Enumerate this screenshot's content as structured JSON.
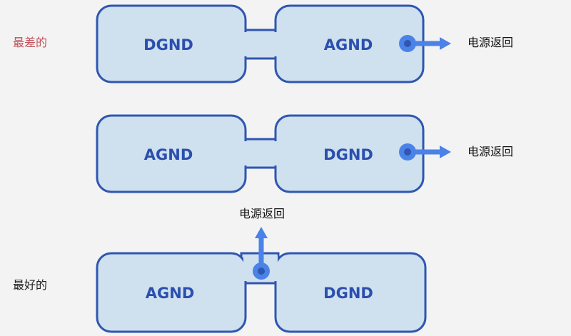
{
  "rows": [
    {
      "label": "最差的",
      "label_color": "#c0505a",
      "left": "DGND",
      "right": "AGND",
      "return_label": "电源返回"
    },
    {
      "label": "",
      "label_color": "#e8e2a6",
      "left": "AGND",
      "right": "DGND",
      "return_label": "电源返回"
    },
    {
      "label": "最好的",
      "label_color": "#222222",
      "left": "AGND",
      "right": "DGND",
      "return_label": "电源返回"
    }
  ],
  "colors": {
    "plane_fill": "#cfe0ee",
    "plane_stroke": "#2f56b0",
    "arrow": "#4a82e8",
    "dot": "#2f56b0",
    "text": "#2b4fae"
  }
}
